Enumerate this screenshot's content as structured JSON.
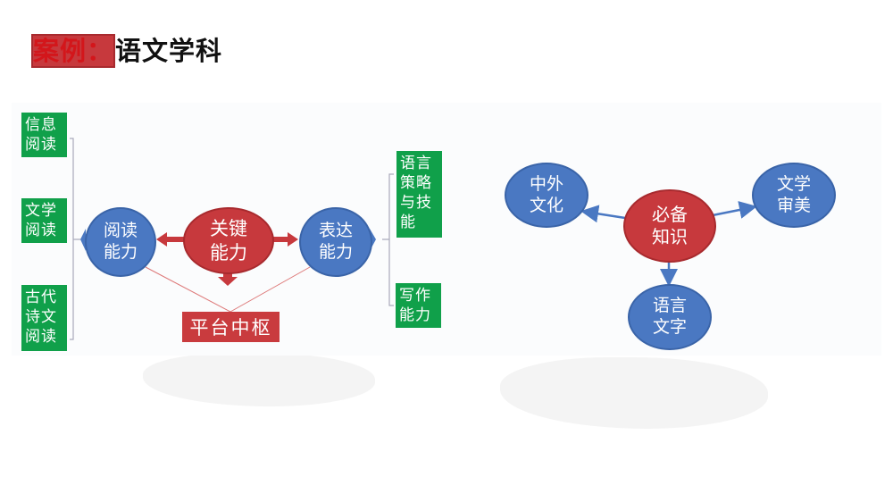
{
  "title": {
    "prefix": "案例：",
    "subject": "语文学科"
  },
  "left_diagram": {
    "reading_items": [
      "信息阅读",
      "文学阅读",
      "古代诗文阅读"
    ],
    "reading": "阅读能力",
    "key": "关键能力",
    "expression": "表达能力",
    "hub": "平台中枢",
    "expression_items": [
      "语言策略与技能",
      "写作能力"
    ]
  },
  "right_diagram": {
    "center": "必备知识",
    "culture": "中外文化",
    "aesthetics": "文学审美",
    "language": "语言文字"
  },
  "colors": {
    "title_accent": "#d3161b",
    "green": "#10a04a",
    "blue": "#4a78c2",
    "red": "#c7393d"
  }
}
